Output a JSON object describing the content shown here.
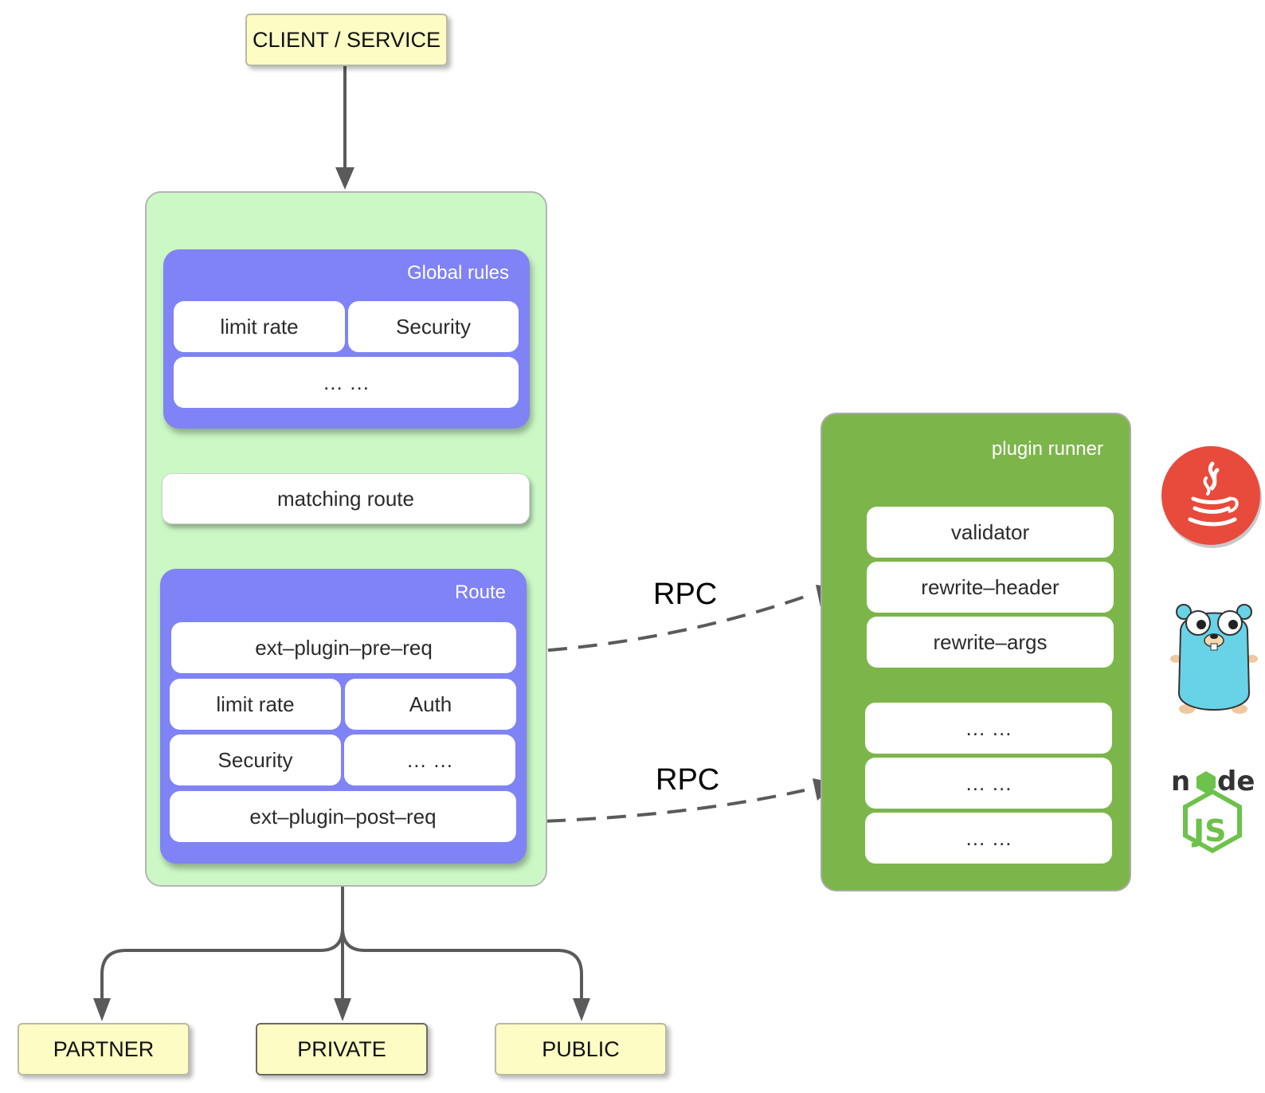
{
  "client": {
    "label": "CLIENT / SERVICE"
  },
  "global_rules": {
    "title": "Global rules",
    "plugins": [
      "limit rate",
      "Security",
      "… …"
    ]
  },
  "matching_route": {
    "label": "matching route"
  },
  "route": {
    "title": "Route",
    "pre_req": "ext–plugin–pre–req",
    "plugins": [
      "limit rate",
      "Auth",
      "Security",
      "… …"
    ],
    "post_req": "ext–plugin–post–req"
  },
  "rpc": {
    "top": "RPC",
    "bottom": "RPC"
  },
  "plugin_runner": {
    "title": "plugin runner",
    "group_a": [
      "validator",
      "rewrite–header",
      "rewrite–args"
    ],
    "group_b": [
      "… …",
      "… …",
      "… …"
    ]
  },
  "upstreams": [
    "PARTNER",
    "PRIVATE",
    "PUBLIC"
  ],
  "languages": [
    "java-logo-icon",
    "go-gopher-icon",
    "nodejs-logo-icon"
  ],
  "colors": {
    "node_yellow": "#fdfcc4",
    "gateway_green": "#ccf8c6",
    "panel_purple": "#7f83f5",
    "runner_green": "#7cb64b",
    "arrow_gray": "#5a5a5a"
  }
}
